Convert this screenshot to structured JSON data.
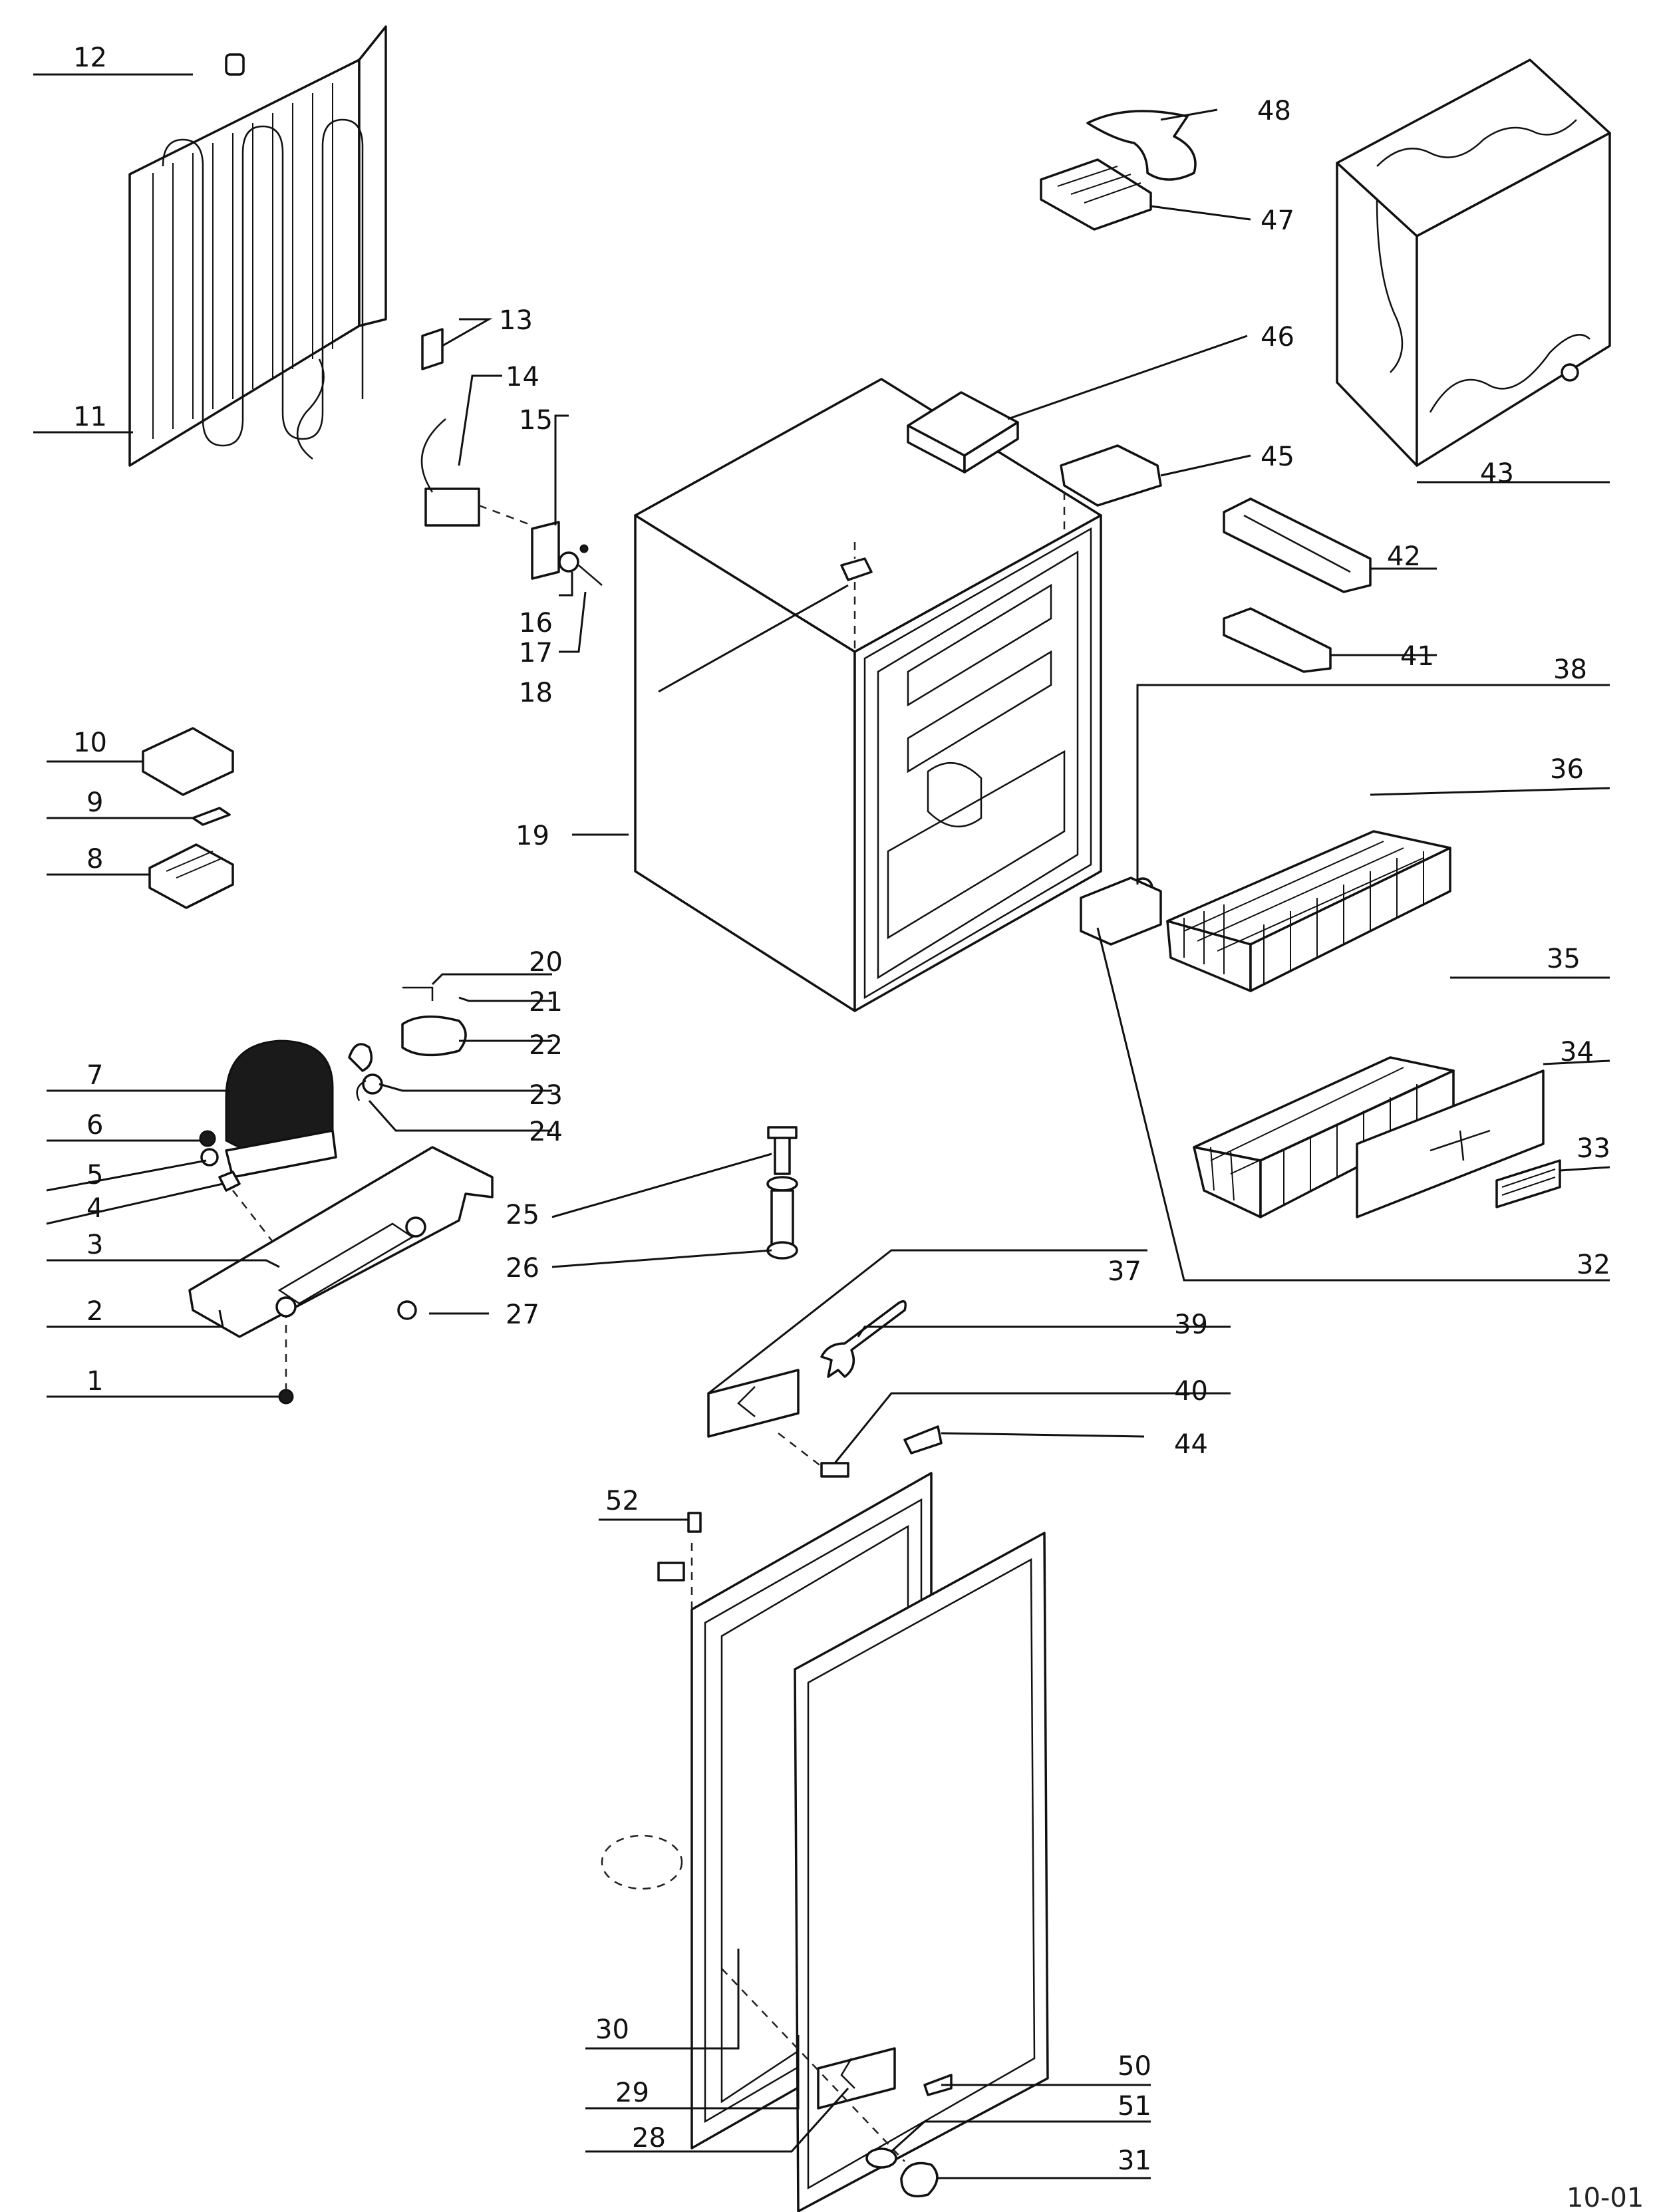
{
  "diagram": {
    "callouts": [
      "1",
      "2",
      "3",
      "4",
      "5",
      "6",
      "7",
      "8",
      "9",
      "10",
      "11",
      "12",
      "13",
      "14",
      "15",
      "16",
      "17",
      "18",
      "19",
      "20",
      "21",
      "22",
      "23",
      "24",
      "25",
      "26",
      "27",
      "28",
      "29",
      "30",
      "31",
      "32",
      "33",
      "34",
      "35",
      "36",
      "37",
      "38",
      "39",
      "40",
      "41",
      "42",
      "43",
      "44",
      "45",
      "46",
      "47",
      "48",
      "50",
      "51",
      "52"
    ],
    "corner_mark": "10-01"
  }
}
